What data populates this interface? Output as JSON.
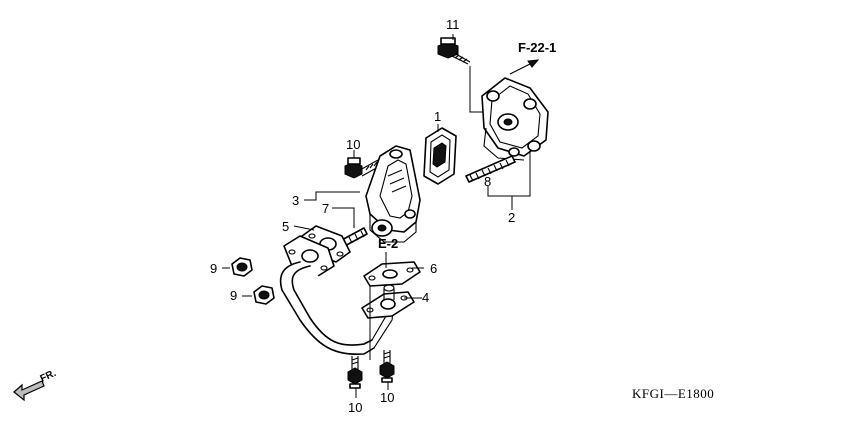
{
  "callouts": {
    "c1": "1",
    "c2": "2",
    "c3": "3",
    "c4": "4",
    "c5": "5",
    "c6": "6",
    "c7": "7",
    "c8": "8",
    "c9a": "9",
    "c9b": "9",
    "c10a": "10",
    "c10b": "10",
    "c10c": "10",
    "c11": "11"
  },
  "references": {
    "f22": "F-22-1",
    "e2": "E-2"
  },
  "direction": "FR.",
  "diagram_code": "KFGI—E1800",
  "colors": {
    "ink": "#000000",
    "paper": "#ffffff",
    "shade": "#bdbdbd"
  }
}
